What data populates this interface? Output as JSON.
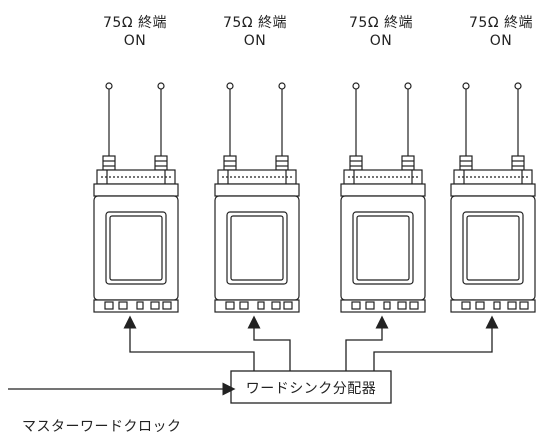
{
  "receivers": [
    {
      "line1": "75Ω  終端",
      "line2": "ON"
    },
    {
      "line1": "75Ω  終端",
      "line2": "ON"
    },
    {
      "line1": "75Ω  終端",
      "line2": "ON"
    },
    {
      "line1": "75Ω  終端",
      "line2": "ON"
    }
  ],
  "distributor_label": "ワードシンク分配器",
  "master_label": "マスターワードクロック"
}
